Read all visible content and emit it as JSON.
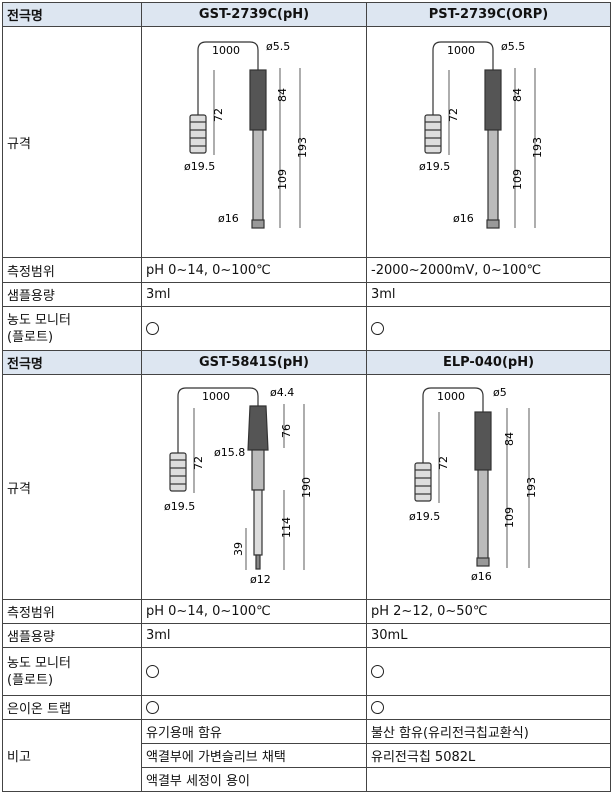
{
  "header_label": "전극명",
  "labels": {
    "spec": "규격",
    "range": "측정범위",
    "sample": "샘플용량",
    "monitor_1": "농도 모니터",
    "monitor_2": "(플로트)",
    "ion_trap": "은이온 트랩",
    "remarks": "비고"
  },
  "products": [
    {
      "name": "GST-2739C(pH)",
      "range": "pH 0~14, 0~100℃",
      "sample": "3ml",
      "dims": {
        "cable": "1000",
        "tip_d": "ø5.5",
        "h1": "84",
        "h2": "193",
        "cable_v": "72",
        "h3": "109",
        "connector_d": "ø19.5",
        "body_d": "ø16"
      }
    },
    {
      "name": "PST-2739C(ORP)",
      "range": "-2000~2000mV, 0~100℃",
      "sample": "3ml",
      "dims": {
        "cable": "1000",
        "tip_d": "ø5.5",
        "h1": "84",
        "h2": "193",
        "cable_v": "72",
        "h3": "109",
        "connector_d": "ø19.5",
        "body_d": "ø16"
      }
    },
    {
      "name": "GST-5841S(pH)",
      "range": "pH 0~14, 0~100℃",
      "sample": "3ml",
      "remarks": [
        "유기용매 함유",
        "액결부에 가변슬리브 채택",
        "액결부 세정이 용이"
      ],
      "dims": {
        "cable": "1000",
        "tip_d": "ø4.4",
        "h1": "76",
        "mid_d": "ø15.8",
        "h2": "190",
        "cable_v": "72",
        "h3": "114",
        "tip_h": "39",
        "connector_d": "ø19.5",
        "body_d": "ø12"
      }
    },
    {
      "name": "ELP-040(pH)",
      "range": "pH 2~12, 0~50℃",
      "sample": "30mL",
      "remarks": [
        "불산 함유(유리전극칩교환식)",
        "유리전극칩 5082L",
        ""
      ],
      "dims": {
        "cable": "1000",
        "tip_d": "ø5",
        "h1": "84",
        "h2": "193",
        "cable_v": "72",
        "h3": "109",
        "connector_d": "ø19.5",
        "body_d": "ø16"
      }
    }
  ]
}
